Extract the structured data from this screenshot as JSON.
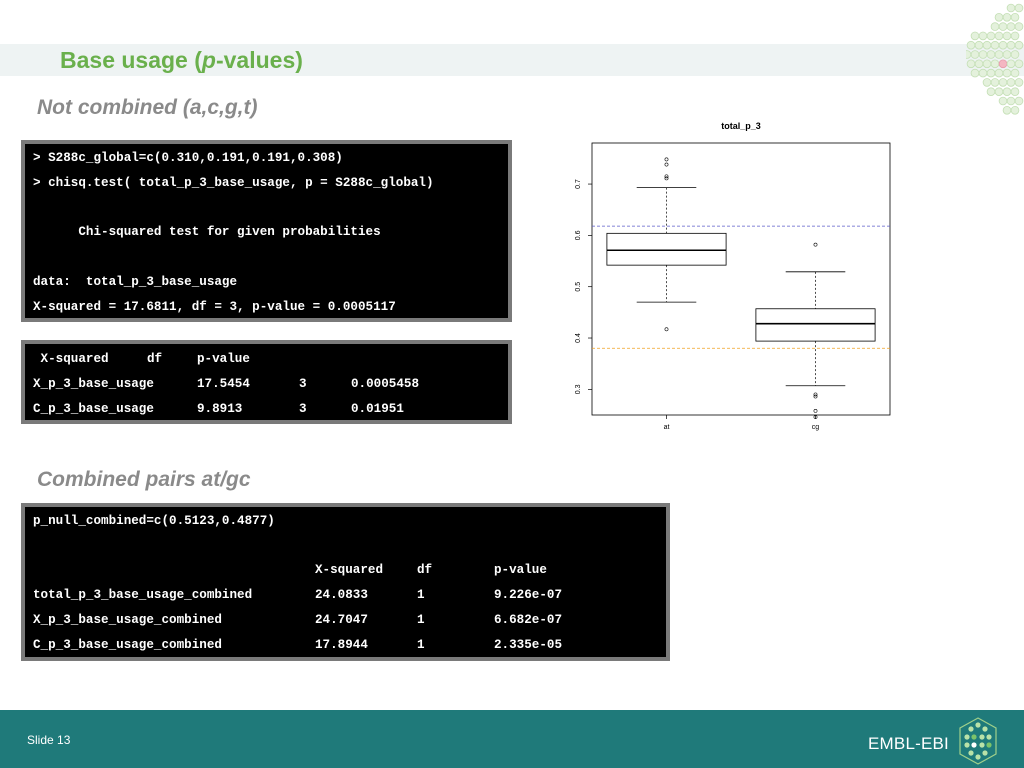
{
  "title": {
    "main": "Base usage (",
    "italic": "p",
    "rest": "-values)"
  },
  "section1": {
    "heading": "Not combined (a,c,g,t)"
  },
  "console1": {
    "lines": [
      "> S288c_global=c(0.310,0.191,0.191,0.308)",
      "> chisq.test( total_p_3_base_usage, p = S288c_global)",
      "",
      "      Chi-squared test for given probabilities",
      "",
      "data:  total_p_3_base_usage",
      "X-squared = 17.6811, df = 3, p-value = 0.0005117"
    ]
  },
  "console2": {
    "header": [
      " X-squared",
      "df",
      "p-value"
    ],
    "rows": [
      [
        "X_p_3_base_usage",
        "17.5454",
        "3",
        "0.0005458"
      ],
      [
        "C_p_3_base_usage",
        "9.8913",
        "3",
        "0.01951"
      ]
    ]
  },
  "section2": {
    "heading": "Combined pairs at/gc"
  },
  "console3": {
    "first_line": "p_null_combined=c(0.5123,0.4877)",
    "header": [
      "X-squared",
      "df",
      "p-value"
    ],
    "rows": [
      [
        "total_p_3_base_usage_combined",
        "24.0833",
        "1",
        "9.226e-07"
      ],
      [
        "X_p_3_base_usage_combined",
        "24.7047",
        "1",
        "6.682e-07"
      ],
      [
        "C_p_3_base_usage_combined",
        "17.8944",
        "1",
        "2.335e-05"
      ]
    ]
  },
  "chart_data": {
    "type": "boxplot",
    "title": "total_p_3",
    "categories": [
      "at",
      "cg"
    ],
    "ylim": [
      0.25,
      0.78
    ],
    "yticks": [
      "0.3",
      "0.4",
      "0.5",
      "0.6",
      "0.7"
    ],
    "boxes": [
      {
        "name": "at",
        "whisker_low": 0.47,
        "q1": 0.542,
        "median": 0.571,
        "q3": 0.604,
        "whisker_high": 0.693,
        "outliers": [
          0.748,
          0.738,
          0.715,
          0.711,
          0.417
        ]
      },
      {
        "name": "cg",
        "whisker_low": 0.307,
        "q1": 0.394,
        "median": 0.428,
        "q3": 0.457,
        "whisker_high": 0.529,
        "outliers": [
          0.582,
          0.29,
          0.286,
          0.258,
          0.246
        ]
      }
    ],
    "reference_lines": [
      {
        "value": 0.618,
        "color": "#5a5ac8",
        "style": "dashed"
      },
      {
        "value": 0.38,
        "color": "#f0a020",
        "style": "dashed"
      }
    ],
    "grid": false
  },
  "footer": {
    "slide_label": "Slide 13",
    "brand": "EMBL-EBI"
  },
  "colors": {
    "title_green": "#6ab04c",
    "footer_teal": "#1f7a7a",
    "subhead_grey": "#8a8a8a",
    "console_border": "#7a7a7a"
  }
}
